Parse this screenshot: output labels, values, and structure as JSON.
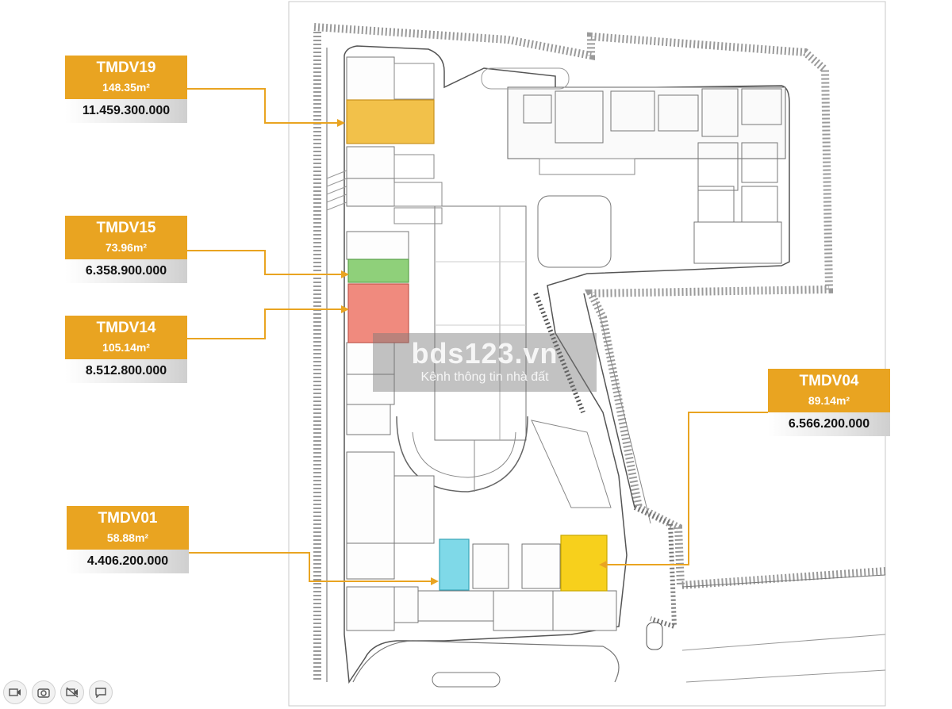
{
  "callouts": [
    {
      "code": "TMDV19",
      "area": "148.35m²",
      "price": "11.459.300.000"
    },
    {
      "code": "TMDV15",
      "area": "73.96m²",
      "price": "6.358.900.000"
    },
    {
      "code": "TMDV14",
      "area": "105.14m²",
      "price": "8.512.800.000"
    },
    {
      "code": "TMDV04",
      "area": "89.14m²",
      "price": "6.566.200.000"
    },
    {
      "code": "TMDV01",
      "area": "58.88m²",
      "price": "4.406.200.000"
    }
  ],
  "watermark": {
    "site": "bds123.vn",
    "tagline": "Kênh thông tin nhà đất"
  },
  "colors": {
    "callout_orange": "#e9a421",
    "unit_tmdv19": "#f2c14a",
    "unit_tmdv15": "#8fd07a",
    "unit_tmdv14": "#f08a7e",
    "unit_tmdv04": "#f7d01c",
    "unit_tmdv01": "#7fd9e8"
  },
  "icons": [
    "video-icon",
    "camera-icon",
    "video-off-icon",
    "chat-icon"
  ]
}
